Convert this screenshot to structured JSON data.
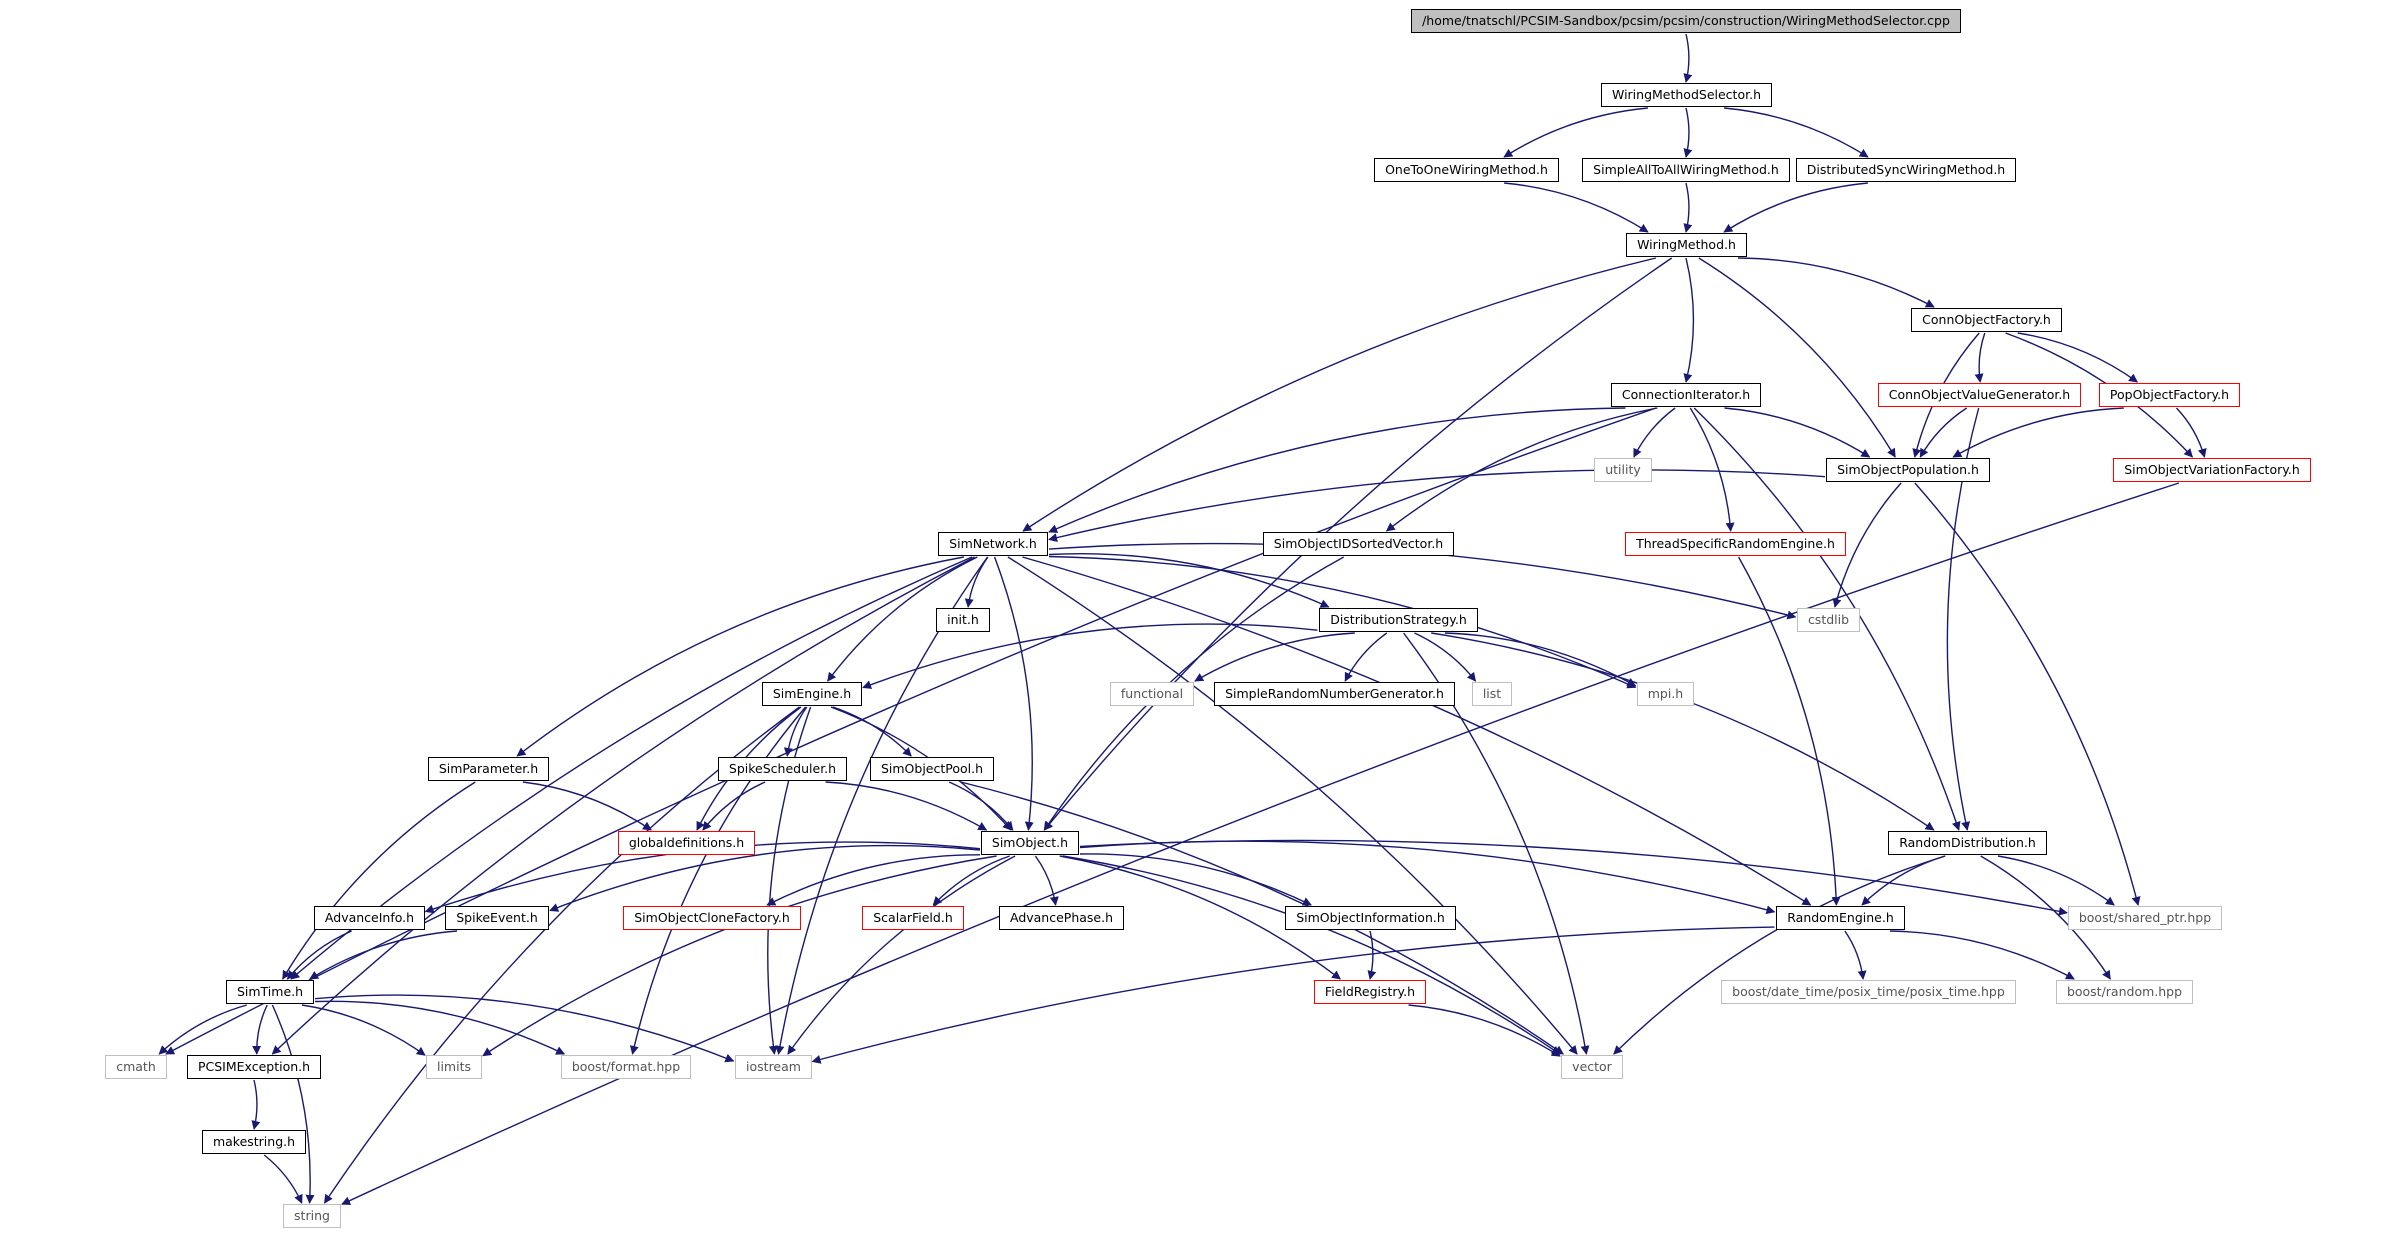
{
  "colors": {
    "edge": "#191970",
    "node_border": "#000000",
    "external_border": "#bfbfbf",
    "truncated_border": "#ff0000",
    "root_fill": "#bfbfbf"
  },
  "nodes": {
    "root": "/home/tnatschl/PCSIM-Sandbox/pcsim/pcsim/construction/WiringMethodSelector.cpp",
    "wms": "WiringMethodSelector.h",
    "oto": "OneToOneWiringMethod.h",
    "sata": "SimpleAllToAllWiringMethod.h",
    "dsw": "DistributedSyncWiringMethod.h",
    "wm": "WiringMethod.h",
    "cof": "ConnObjectFactory.h",
    "ci": "ConnectionIterator.h",
    "covg": "ConnObjectValueGenerator.h",
    "pof": "PopObjectFactory.h",
    "util": "utility",
    "sop": "SimObjectPopulation.h",
    "sovf": "SimObjectVariationFactory.h",
    "sn": "SimNetwork.h",
    "soid": "SimObjectIDSortedVector.h",
    "tsre": "ThreadSpecificRandomEngine.h",
    "init": "init.h",
    "ds": "DistributionStrategy.h",
    "cstdlib": "cstdlib",
    "se": "SimEngine.h",
    "func": "functional",
    "srng": "SimpleRandomNumberGenerator.h",
    "list": "list",
    "mpi": "mpi.h",
    "sp": "SimParameter.h",
    "ss": "SpikeScheduler.h",
    "sopool": "SimObjectPool.h",
    "gd": "globaldefinitions.h",
    "so": "SimObject.h",
    "rd": "RandomDistribution.h",
    "ai": "AdvanceInfo.h",
    "sev": "SpikeEvent.h",
    "socf": "SimObjectCloneFactory.h",
    "sf": "ScalarField.h",
    "ap": "AdvancePhase.h",
    "soi": "SimObjectInformation.h",
    "re": "RandomEngine.h",
    "bsp": "boost/shared_ptr.hpp",
    "st": "SimTime.h",
    "fr": "FieldRegistry.h",
    "bdt": "boost/date_time/posix_time/posix_time.hpp",
    "brand": "boost/random.hpp",
    "cmath": "cmath",
    "pe": "PCSIMException.h",
    "limits": "limits",
    "bfmt": "boost/format.hpp",
    "iostream": "iostream",
    "vector": "vector",
    "ms": "makestring.h",
    "string": "string"
  }
}
